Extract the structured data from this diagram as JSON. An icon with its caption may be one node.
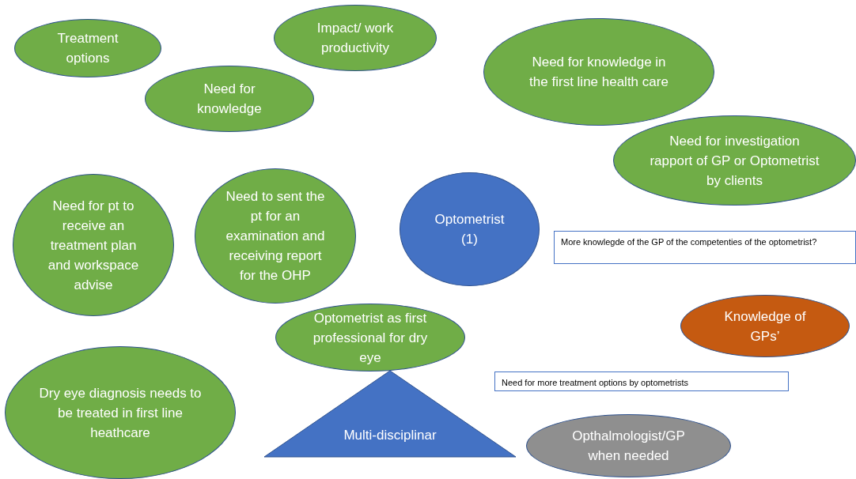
{
  "diagram": {
    "nodes": [
      {
        "text": [
          "Treatment options"
        ]
      },
      {
        "text": [
          "Impact/ work productivity"
        ]
      },
      {
        "text": [
          "Need for knowledge"
        ]
      },
      {
        "text": [
          "Need for knowledge in the first line health care"
        ]
      },
      {
        "text": [
          "Need for  investigation rapport of GP or Optometrist by clients"
        ]
      },
      {
        "text": [
          "Need for pt to receive an treatment plan and workspace advise"
        ]
      },
      {
        "text": [
          "Need to sent the pt for an examination and receiving report for the OHP"
        ]
      },
      {
        "text": [
          "Optometrist (1)"
        ]
      },
      {
        "text": [
          "More knowlegde of the GP of the competenties  of the optometrist?"
        ]
      },
      {
        "text": [
          "Knowledge of GPs’"
        ]
      },
      {
        "text": [
          "Optometrist as first professional for dry eye"
        ]
      },
      {
        "text": [
          "Need for more treatment options by optometrists"
        ]
      },
      {
        "text": [
          "Dry eye diagnosis needs to be treated in first line heathcare"
        ]
      },
      {
        "text": [
          "Multi-disciplinar"
        ]
      },
      {
        "text": [
          "Opthalmologist/GP when needed"
        ]
      }
    ]
  }
}
